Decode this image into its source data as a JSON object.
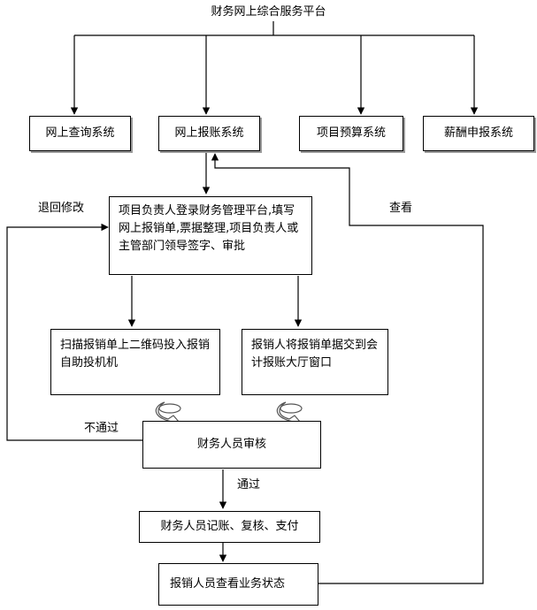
{
  "title": "财务网上综合服务平台",
  "systems": {
    "query": "网上查询系统",
    "reimburse": "网上报账系统",
    "budget": "项目预算系统",
    "salary": "薪酬申报系统"
  },
  "steps": {
    "login": "项目负责人登录财务管理平台,填写网上报销单,票据整理,项目负责人或主管部门领导签字、审批",
    "scan": "扫描报销单上二维码投入报销自助投机机",
    "submit": "报销人将报销单据交到会计报账大厅窗口",
    "review": "财务人员审核",
    "bookkeeping": "财务人员记账、复核、支付",
    "check_status": "报销人员查看业务状态"
  },
  "labels": {
    "return_modify": "退回修改",
    "view": "查看",
    "fail": "不通过",
    "pass": "通过"
  }
}
